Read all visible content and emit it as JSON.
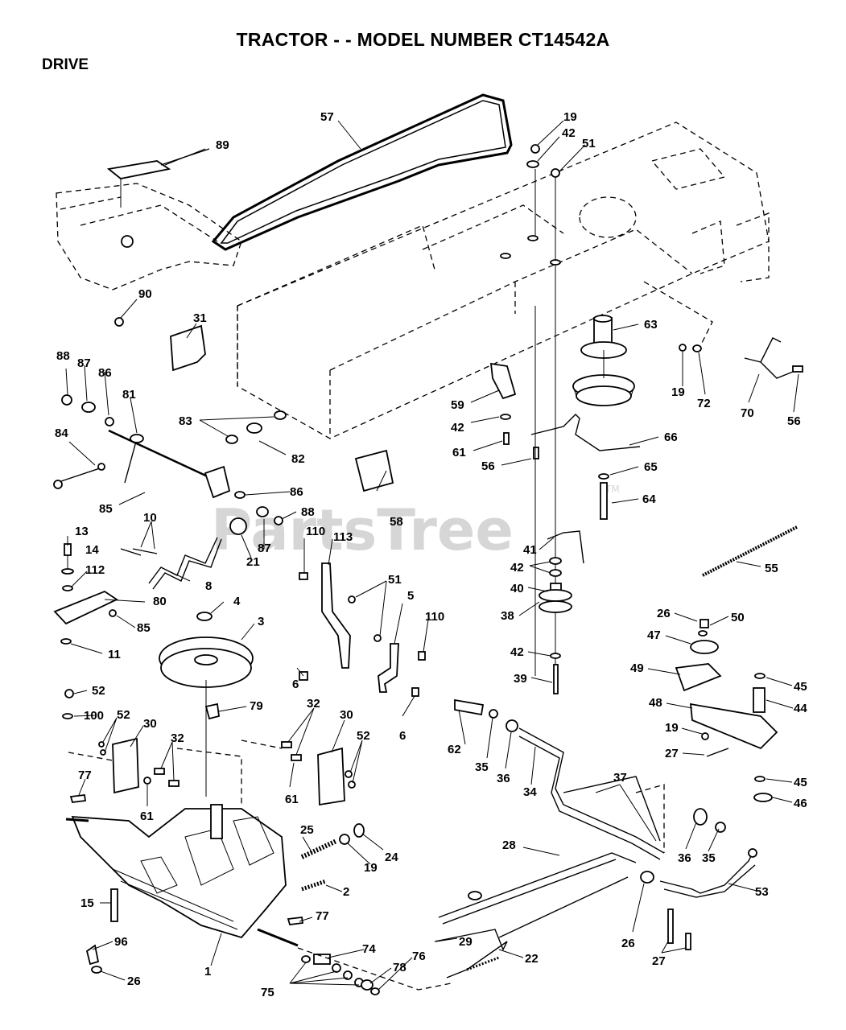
{
  "page": {
    "title": "TRACTOR - - MODEL NUMBER CT14542A",
    "section": "DRIVE",
    "watermark": "PartsTree",
    "watermark_tm": "TM"
  },
  "callouts": [
    "57",
    "19",
    "42",
    "51",
    "89",
    "90",
    "31",
    "63",
    "19",
    "72",
    "70",
    "56",
    "88",
    "87",
    "86",
    "81",
    "83",
    "82",
    "59",
    "42",
    "61",
    "56",
    "66",
    "65",
    "64",
    "84",
    "85",
    "86",
    "88",
    "58",
    "10",
    "21",
    "87",
    "110",
    "113",
    "13",
    "14",
    "112",
    "80",
    "85",
    "8",
    "4",
    "3",
    "11",
    "52",
    "100",
    "52",
    "30",
    "32",
    "79",
    "51",
    "5",
    "110",
    "6",
    "6",
    "32",
    "30",
    "52",
    "61",
    "61",
    "77",
    "25",
    "19",
    "24",
    "2",
    "15",
    "77",
    "96",
    "26",
    "1",
    "74",
    "78",
    "76",
    "75",
    "41",
    "42",
    "40",
    "38",
    "42",
    "39",
    "55",
    "26",
    "50",
    "47",
    "49",
    "45",
    "48",
    "44",
    "19",
    "27",
    "45",
    "46",
    "62",
    "35",
    "36",
    "34",
    "37",
    "28",
    "36",
    "35",
    "26",
    "53",
    "29",
    "22",
    "27"
  ]
}
